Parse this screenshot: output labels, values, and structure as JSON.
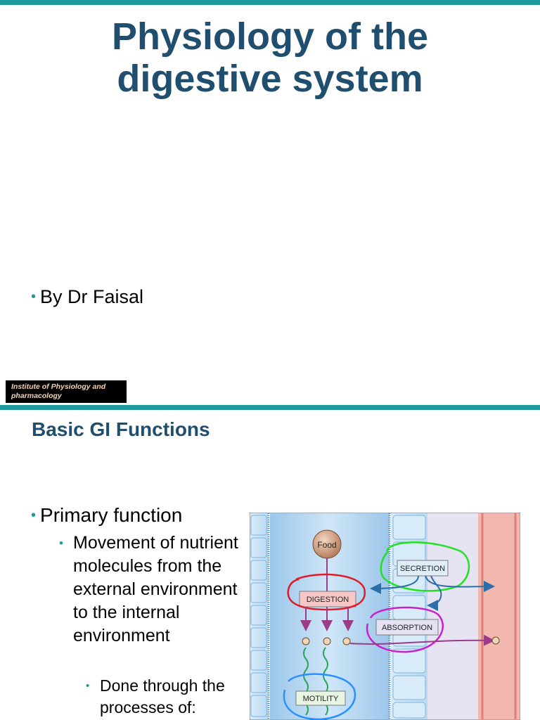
{
  "slide1": {
    "title_line1": "Physiology of the",
    "title_line2": "digestive system",
    "bullet": "By Dr Faisal",
    "institute_line1": "Institute of Physiology and",
    "institute_line2": "pharmacology"
  },
  "slide2": {
    "title": "Basic GI Functions",
    "bullet_l1": "Primary function",
    "bullet_l2": "Movement of nutrient molecules from the external environment to the internal environment",
    "bullet_l3": "Done through the processes of:",
    "diagram": {
      "food": "Food",
      "secretion": "SECRETION",
      "digestion": "DIGESTION",
      "absorption": "ABSORPTION",
      "motility": "MOTILITY"
    }
  },
  "colors": {
    "accent": "#1c9a9e",
    "title": "#1f4e6e",
    "lumen": "#bcd9f0",
    "blood": "#f2b8b0",
    "marker_green": "#22e022",
    "marker_red": "#e01c2a",
    "marker_magenta": "#cc1fcc",
    "marker_blue": "#2a90ff"
  }
}
